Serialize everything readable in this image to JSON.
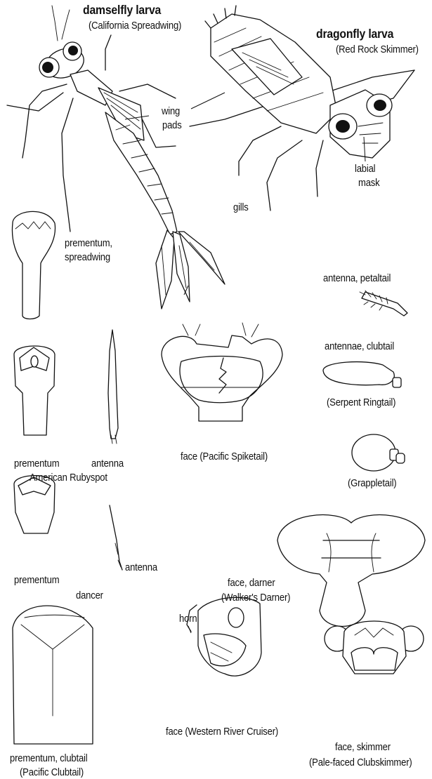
{
  "titles": {
    "damselfly": "damselfly larva",
    "damselfly_species": "(California Spreadwing)",
    "dragonfly": "dragonfly larva",
    "dragonfly_species": "(Red Rock Skimmer)"
  },
  "callouts": {
    "wing_pads_1": "wing",
    "wing_pads_2": "pads",
    "labial_mask_1": "labial",
    "labial_mask_2": "mask",
    "gills": "gills",
    "horn": "horn"
  },
  "figures": {
    "prementum_spreadwing_1": "prementum,",
    "prementum_spreadwing_2": "spreadwing",
    "antenna_petaltail": "antenna, petaltail",
    "antennae_clubtail": "antennae, clubtail",
    "serpent_ringtail": "(Serpent Ringtail)",
    "grappletail": "(Grappletail)",
    "face_pacific_spiketail": "face (Pacific Spiketail)",
    "prementum_rubyspot": "prementum",
    "antenna_rubyspot": "antenna",
    "american_rubyspot": "American Rubyspot",
    "prementum_dancer": "prementum",
    "antenna_dancer": "antenna",
    "dancer": "dancer",
    "face_darner_1": "face, darner",
    "face_darner_2": "(Walker's Darner)",
    "prementum_clubtail_1": "prementum, clubtail",
    "prementum_clubtail_2": "(Pacific Clubtail)",
    "face_river_cruiser": "face (Western River Cruiser)",
    "face_skimmer_1": "face, skimmer",
    "face_skimmer_2": "(Pale-faced Clubskimmer)"
  }
}
